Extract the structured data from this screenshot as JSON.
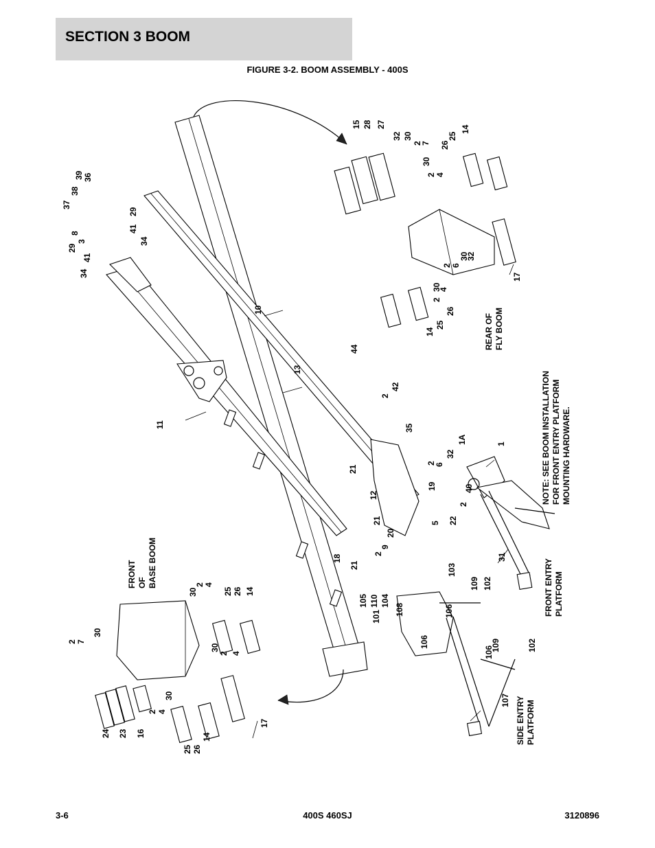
{
  "header": {
    "section": "SECTION 3   BOOM"
  },
  "figure": {
    "title_lead": "FIGURE 3-2. ",
    "title_rest": "BOOM ASSEMBLY - 400S"
  },
  "footer": {
    "page": "3-6",
    "model": "400S 460SJ",
    "doc_number": "3120896"
  },
  "labels": {
    "front_base_boom": [
      "FRONT",
      "OF",
      "BASE BOOM"
    ],
    "rear_fly_boom": [
      "REAR OF",
      "FLY BOOM"
    ],
    "note": [
      "NOTE: SEE BOOM INSTALLATION",
      "FOR FRONT ENTRY PLATFORM",
      "MOUNTING HARDWARE."
    ],
    "front_entry": [
      "FRONT ENTRY",
      "PLATFORM"
    ],
    "side_entry": [
      "SIDE ENTRY",
      "PLATFORM"
    ]
  },
  "callouts": [
    "36",
    "39",
    "38",
    "37",
    "29",
    "41",
    "8",
    "3",
    "29",
    "41",
    "34",
    "34",
    "15",
    "28",
    "27",
    "32",
    "30",
    "2",
    "7",
    "26",
    "25",
    "14",
    "30",
    "2",
    "4",
    "10",
    "13",
    "11",
    "44",
    "2",
    "42",
    "35",
    "17",
    "32",
    "30",
    "6",
    "2",
    "30",
    "2",
    "4",
    "26",
    "25",
    "14",
    "1",
    "1A",
    "32",
    "6",
    "2",
    "40",
    "19",
    "2",
    "5",
    "22",
    "21",
    "12",
    "21",
    "20",
    "9",
    "2",
    "18",
    "21",
    "103",
    "109",
    "102",
    "105",
    "110",
    "104",
    "101",
    "108",
    "106",
    "106",
    "109",
    "102",
    "106",
    "107",
    "31",
    "2",
    "7",
    "30",
    "30",
    "2",
    "4",
    "25",
    "26",
    "14",
    "30",
    "2",
    "4",
    "24",
    "23",
    "16",
    "2",
    "4",
    "30",
    "25",
    "26",
    "14",
    "17"
  ]
}
